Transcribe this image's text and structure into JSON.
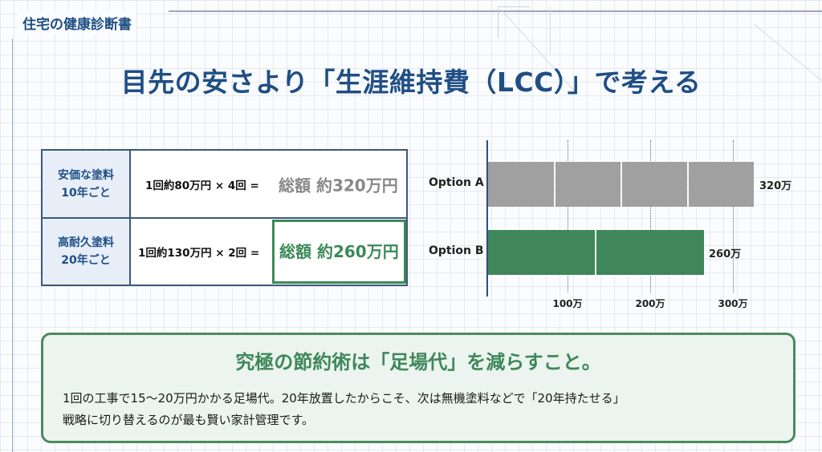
{
  "brand": "住宅の健康診断書",
  "title": "目先の安さより「生涯維持費（LCC）」で考える",
  "comparison_table": {
    "rows": [
      {
        "label_line1": "安価な塗料",
        "label_line2": "10年ごと",
        "formula": "1回約80万円 × 4回 =",
        "total": "総額 約320万円"
      },
      {
        "label_line1": "高耐久塗料",
        "label_line2": "20年ごと",
        "formula": "1回約130万円 × 2回 =",
        "total": "総額 約260万円"
      }
    ]
  },
  "chart_data": {
    "type": "bar",
    "orientation": "horizontal",
    "stacked_segments": true,
    "categories": [
      "Option A",
      "Option B"
    ],
    "values": [
      320,
      260
    ],
    "segments": [
      [
        80,
        80,
        80,
        80
      ],
      [
        130,
        130
      ]
    ],
    "value_labels": [
      "320万",
      "260万"
    ],
    "colors": [
      "#a0a0a0",
      "#3f875a"
    ],
    "x_ticks": [
      100,
      200,
      300
    ],
    "x_tick_labels": [
      "100万",
      "200万",
      "300万"
    ],
    "xlim": [
      0,
      330
    ],
    "grid": "dotted vertical at ticks",
    "title": "",
    "xlabel": "",
    "ylabel": ""
  },
  "chart": {
    "categories": [
      "Option A",
      "Option B"
    ],
    "value_labels": [
      "320万",
      "260万"
    ],
    "tick_labels": [
      "100万",
      "200万",
      "300万"
    ]
  },
  "tip": {
    "heading": "究極の節約術は「足場代」を減らすこと。",
    "line1": "1回の工事で15〜20万円かかる足場代。20年放置したからこそ、次は無機塗料などで「20年持たせる」",
    "line2": "戦略に切り替えるのが最も賢い家計管理です。"
  },
  "colors": {
    "navy": "#1f4e85",
    "green": "#3f875a",
    "gray_bar": "#a0a0a0",
    "tip_bg": "#ebf4ee"
  }
}
